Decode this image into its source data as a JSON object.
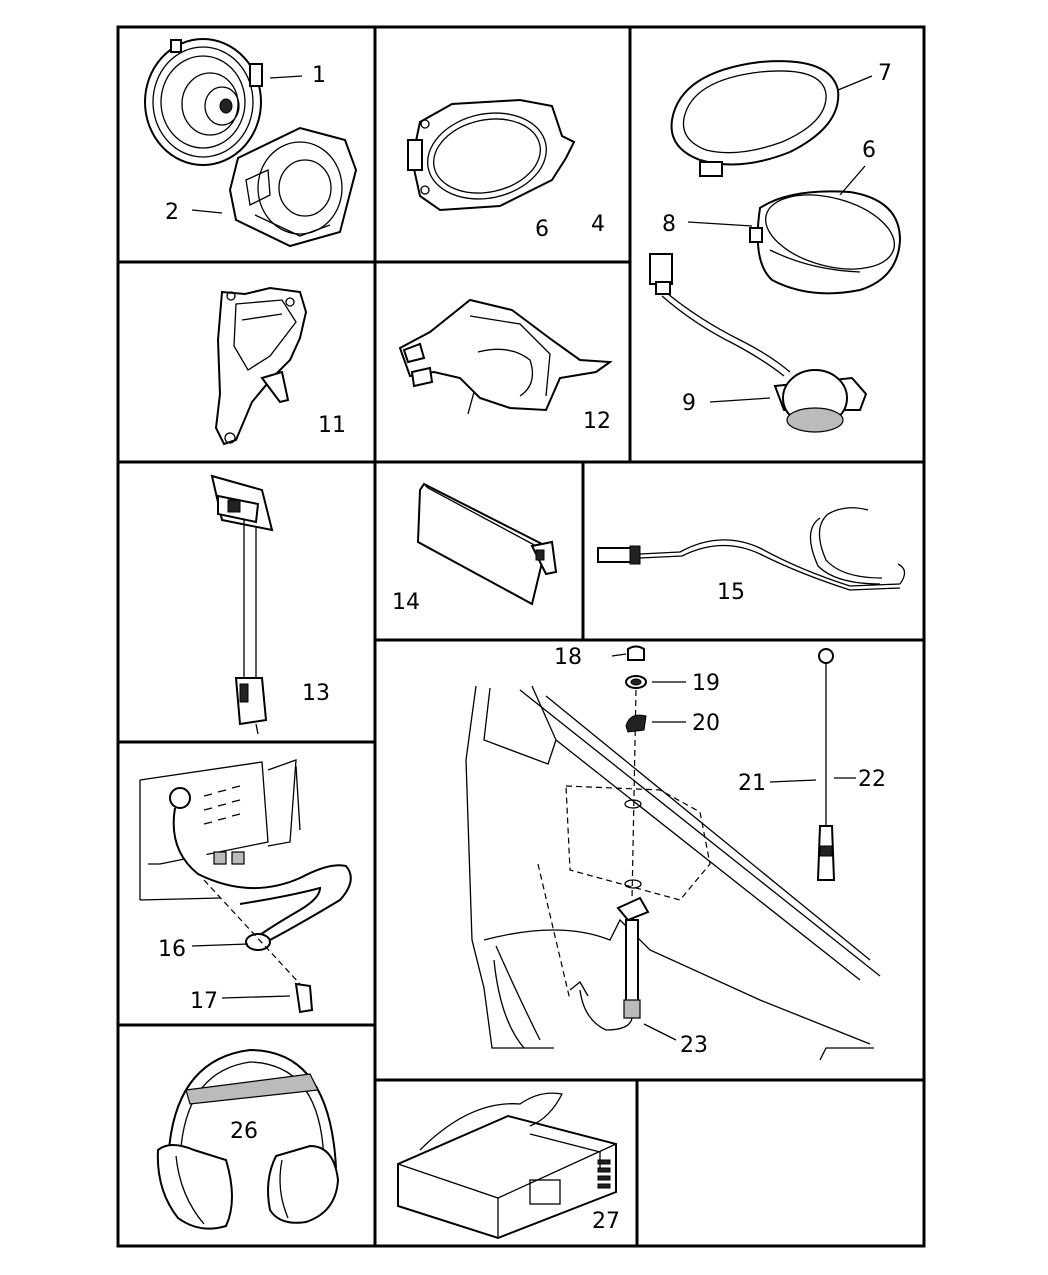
{
  "labels": {
    "l1": "1",
    "l2": "2",
    "l4": "4",
    "l6a": "6",
    "l7": "7",
    "l6b": "6",
    "l8": "8",
    "l9": "9",
    "l11": "11",
    "l12": "12",
    "l13": "13",
    "l14": "14",
    "l15": "15",
    "l16": "16",
    "l17": "17",
    "l18": "18",
    "l19": "19",
    "l20": "20",
    "l21": "21",
    "l22": "22",
    "l23": "23",
    "l26": "26",
    "l27": "27"
  }
}
